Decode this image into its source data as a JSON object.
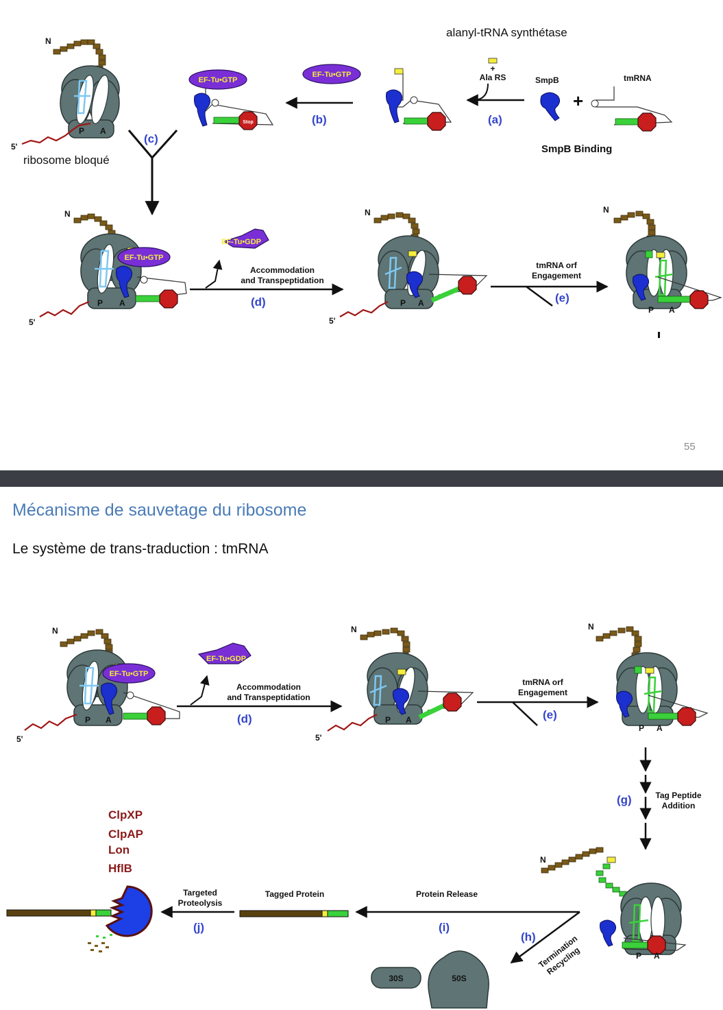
{
  "slide1": {
    "page_number": "55",
    "annotations": {
      "synthetase": "alanyl-tRNA synthétase",
      "blocked": "ribosome bloqué"
    }
  },
  "slide2": {
    "title": "Mécanisme de sauvetage du ribosome",
    "subtitle": "Le système de trans-traduction  : tmRNA"
  },
  "labels": {
    "N": "N",
    "five_prime": "5'",
    "P": "P",
    "A": "A",
    "plus": "+",
    "stop": "Stop",
    "ala_rs": "Ala RS",
    "smpb": "SmpB",
    "tmrna": "tmRNA",
    "smpb_binding": "SmpB Binding",
    "ef_tu_gtp": "EF-Tu•GTP",
    "ef_tu_gdp": "EF-Tu•GDP",
    "accommodation_1": "Accommodation",
    "accommodation_2": "and Transpeptidation",
    "engagement_1": "tmRNA orf",
    "engagement_2": "Engagement",
    "tag_peptide_1": "Tag Peptide",
    "tag_peptide_2": "Addition",
    "termination_1": "Termination",
    "termination_2": "Recycling",
    "protein_release": "Protein Release",
    "tagged_protein": "Tagged Protein",
    "targeted_1": "Targeted",
    "targeted_2": "Proteolysis",
    "s30": "30S",
    "s50": "50S"
  },
  "steps": {
    "a": "(a)",
    "b": "(b)",
    "c": "(c)",
    "d": "(d)",
    "e": "(e)",
    "g": "(g)",
    "h": "(h)",
    "i": "(i)",
    "j": "(j)"
  },
  "proteases": [
    "ClpXP",
    "ClpAP",
    "Lon",
    "HflB"
  ],
  "colors": {
    "ribosome": "#5f7474",
    "peptide": "#7a5a1a",
    "smpb": "#1c2fcf",
    "ef_tu": "#7a2fd6",
    "tag": "#3ad13a",
    "stop": "#c81e1e",
    "mrna": "#a01515",
    "step_label": "#3344cc",
    "title": "#4a7bb7",
    "divider": "#3b3f45"
  }
}
